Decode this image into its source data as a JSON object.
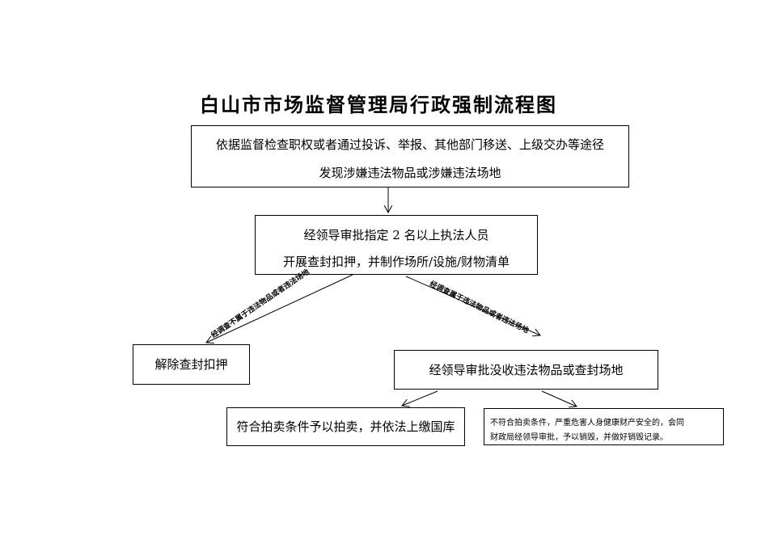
{
  "title": "白山市市场监督管理局行政强制流程图",
  "nodes": {
    "start": {
      "line1": "依据监督检查职权或者通过投诉、举报、其他部门移送、上级交办等途径",
      "line2": "发现涉嫌违法物品或涉嫌违法场地"
    },
    "approve": {
      "line1": "经领导审批指定 2 名以上执法人员",
      "line2": "开展查封扣押，并制作场所/设施/财物清单"
    },
    "release": "解除查封扣押",
    "confiscate": "经领导审批没收违法物品或查封场地",
    "auction": "符合拍卖条件予以拍卖，并依法上缴国库",
    "destroy": {
      "line1": "不符合拍卖条件，严重危害人身健康财产安全的，会同",
      "line2": "财政局经领导审批，予以销毁，并做好销毁记录。"
    }
  },
  "edges": {
    "left_label": "经调查不属于违法物品或者违法场地",
    "right_label": "经调查属于违法物品或者违法场地"
  }
}
